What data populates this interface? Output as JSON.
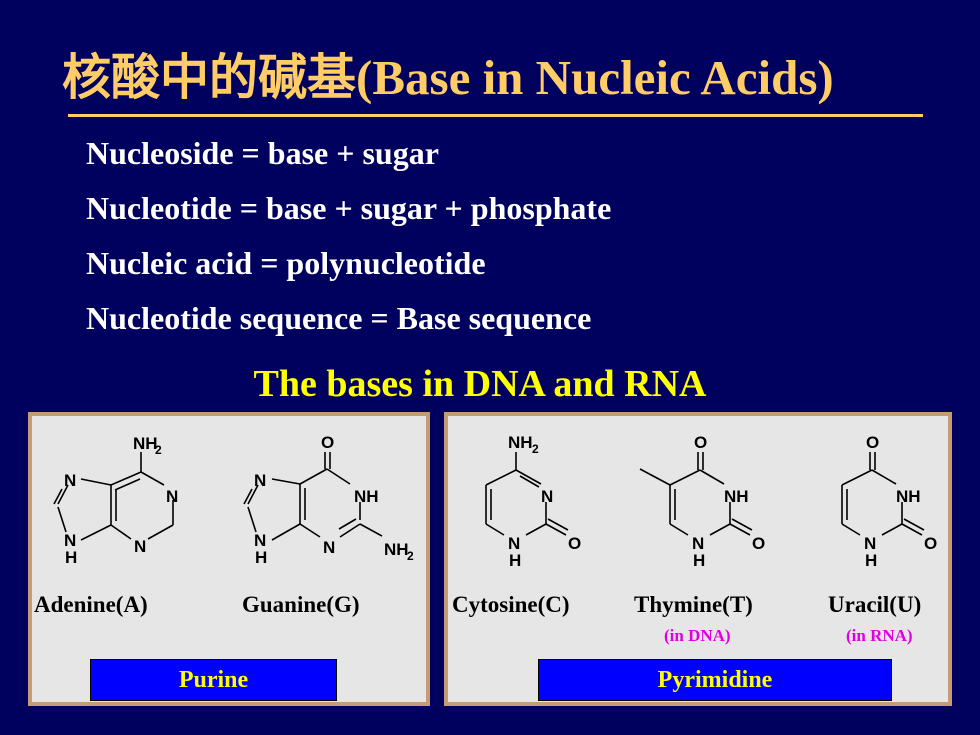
{
  "title": "核酸中的碱基(Base in Nucleic Acids)",
  "definitions": [
    "Nucleoside = base + sugar",
    "Nucleotide = base + sugar + phosphate",
    "Nucleic acid = polynucleotide",
    "Nucleotide sequence = Base sequence"
  ],
  "subtitle": "The bases in DNA and RNA",
  "purine": {
    "class_label": "Purine",
    "bases": [
      {
        "name": "Adenine(A)"
      },
      {
        "name": "Guanine(G)"
      }
    ]
  },
  "pyrimidine": {
    "class_label": "Pyrimidine",
    "bases": [
      {
        "name": "Cytosine(C)",
        "note": ""
      },
      {
        "name": "Thymine(T)",
        "note": "(in DNA)"
      },
      {
        "name": "Uracil(U)",
        "note": "(in RNA)"
      }
    ]
  },
  "atoms": {
    "N": "N",
    "H": "H",
    "O": "O",
    "NH": "NH",
    "NH2_main": "NH",
    "NH2_sub": "2"
  },
  "colors": {
    "background": "#00005e",
    "title": "#ffcc66",
    "subtitle": "#ffff00",
    "panel": "#e6e6e6",
    "panel_border": "#c79b73",
    "class_box": "#0000ff",
    "note": "#e000e0"
  }
}
